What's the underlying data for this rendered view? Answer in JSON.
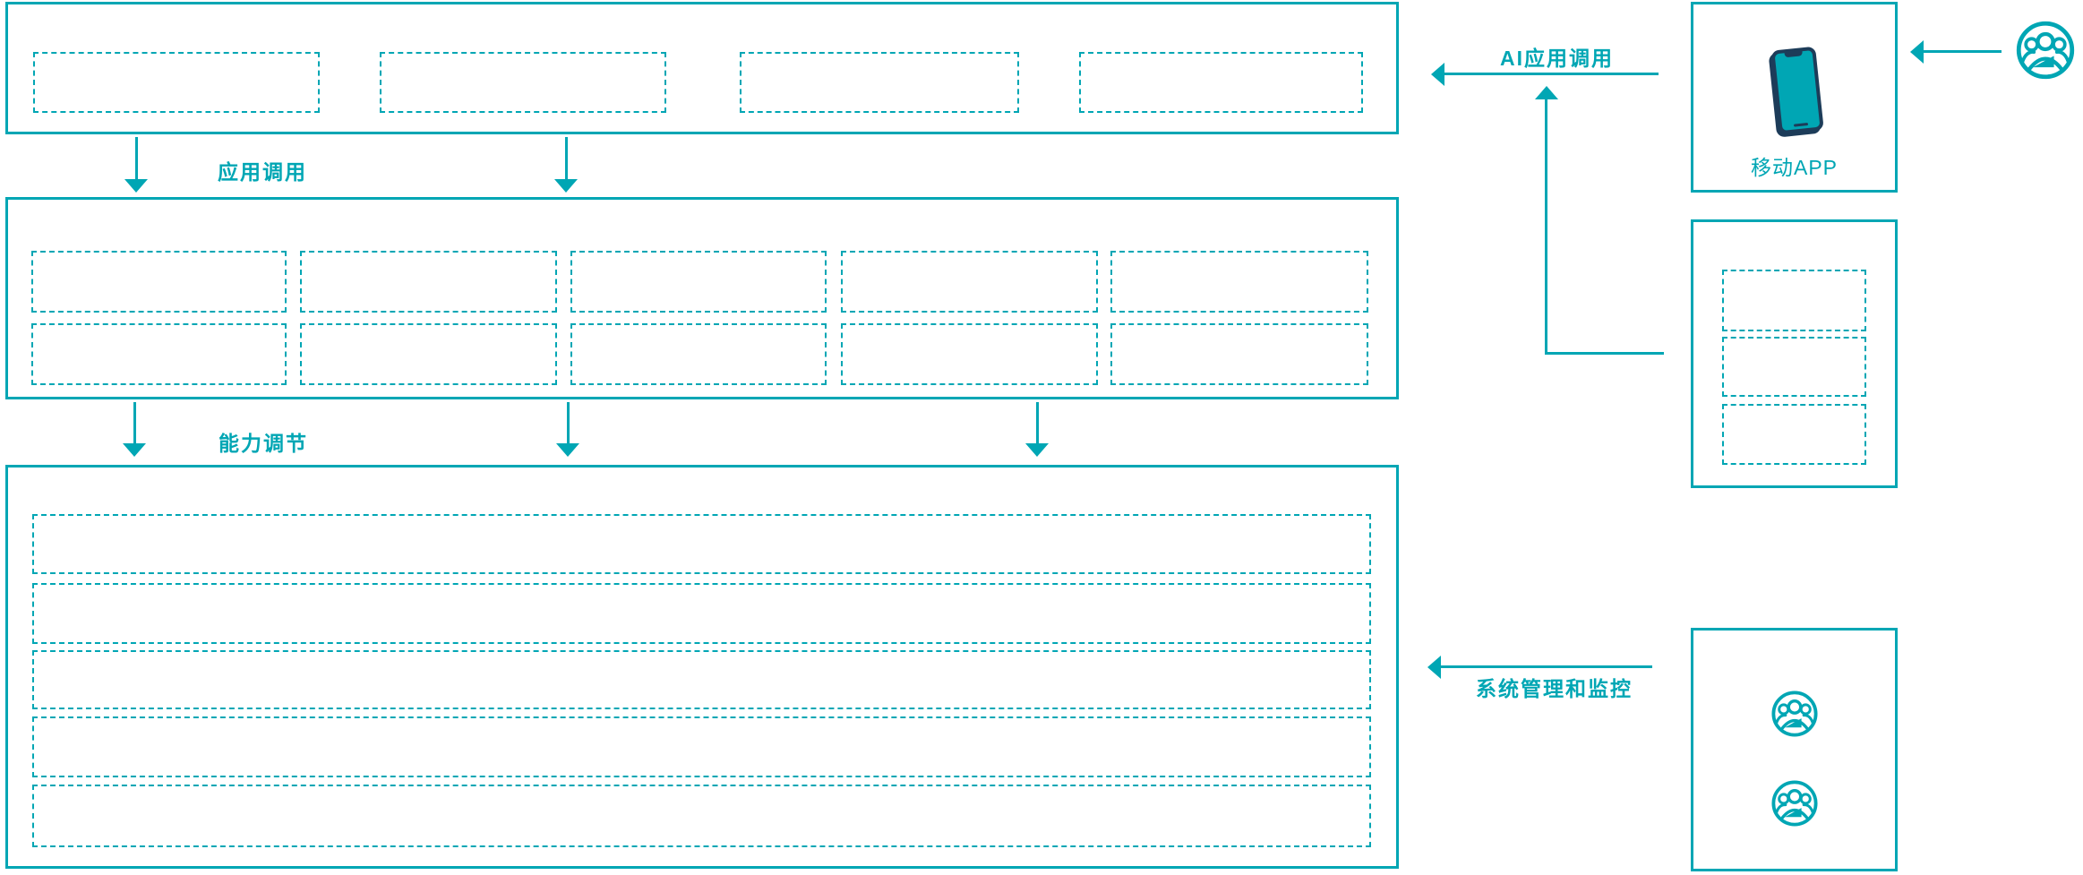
{
  "colors": {
    "teal": "#00a6b4",
    "navy": "#1d3c59"
  },
  "labels": {
    "app_call": "应用调用",
    "capability_adjust": "能力调节",
    "ai_app_call": "AI应用调用",
    "system_monitor": "系统管理和监控",
    "mobile_app": "移动APP"
  },
  "layers": {
    "top_application_layer": {
      "empty_slots": 4
    },
    "middle_capability_layer": {
      "rows": 2,
      "cols": 5,
      "empty_slots": 10
    },
    "bottom_platform_layer": {
      "empty_rows": 5
    }
  },
  "right_column": {
    "mobile_app_box": {
      "icon": "smartphone-icon",
      "label": "移动APP"
    },
    "channel_box": {
      "empty_slots": 3
    },
    "operations_box": {
      "icons": [
        "users-group-icon",
        "users-group-icon"
      ]
    },
    "end_user": {
      "icon": "users-group-icon"
    }
  }
}
